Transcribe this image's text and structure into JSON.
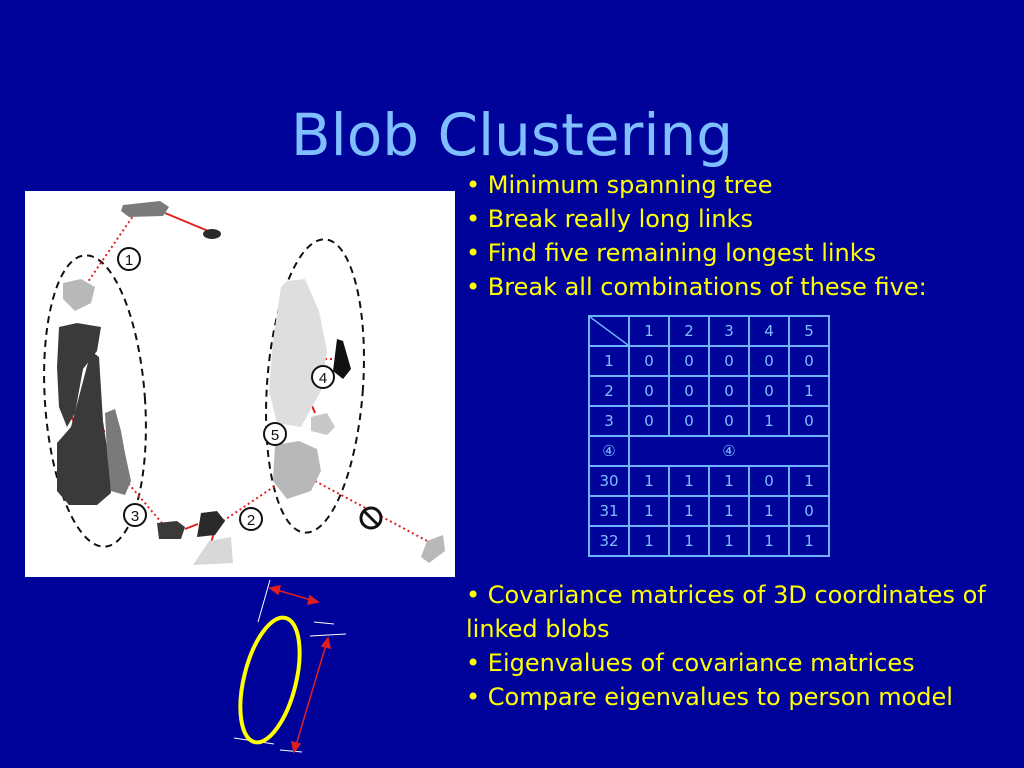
{
  "slide": {
    "title": "Blob Clustering"
  },
  "bullets_top": [
    "• Minimum spanning tree",
    "• Break really long links",
    "• Find five remaining longest links",
    "• Break all combinations of these five:"
  ],
  "bullets_bottom": [
    "• Covariance matrices of 3D coordinates of linked blobs",
    "• Eigenvalues of covariance matrices",
    "• Compare eigenvalues to person model"
  ],
  "diagram": {
    "link_labels": [
      "1",
      "2",
      "3",
      "4",
      "5"
    ]
  },
  "matrix": {
    "header": [
      "1",
      "2",
      "3",
      "4",
      "5"
    ],
    "rows": [
      {
        "label": "1",
        "cells": [
          "0",
          "0",
          "0",
          "0",
          "0"
        ]
      },
      {
        "label": "2",
        "cells": [
          "0",
          "0",
          "0",
          "0",
          "1"
        ]
      },
      {
        "label": "3",
        "cells": [
          "0",
          "0",
          "0",
          "1",
          "0"
        ]
      },
      {
        "label": "④",
        "span": "④"
      },
      {
        "label": "30",
        "cells": [
          "1",
          "1",
          "1",
          "0",
          "1"
        ]
      },
      {
        "label": "31",
        "cells": [
          "1",
          "1",
          "1",
          "1",
          "0"
        ]
      },
      {
        "label": "32",
        "cells": [
          "1",
          "1",
          "1",
          "1",
          "1"
        ]
      }
    ]
  },
  "colors": {
    "background": "#00039a",
    "title": "#7fbfff",
    "bullet_text": "#ffff00",
    "matrix_lines": "#6fb3ff",
    "link_lines": "#e02020",
    "ellipse": "#ffff00"
  }
}
